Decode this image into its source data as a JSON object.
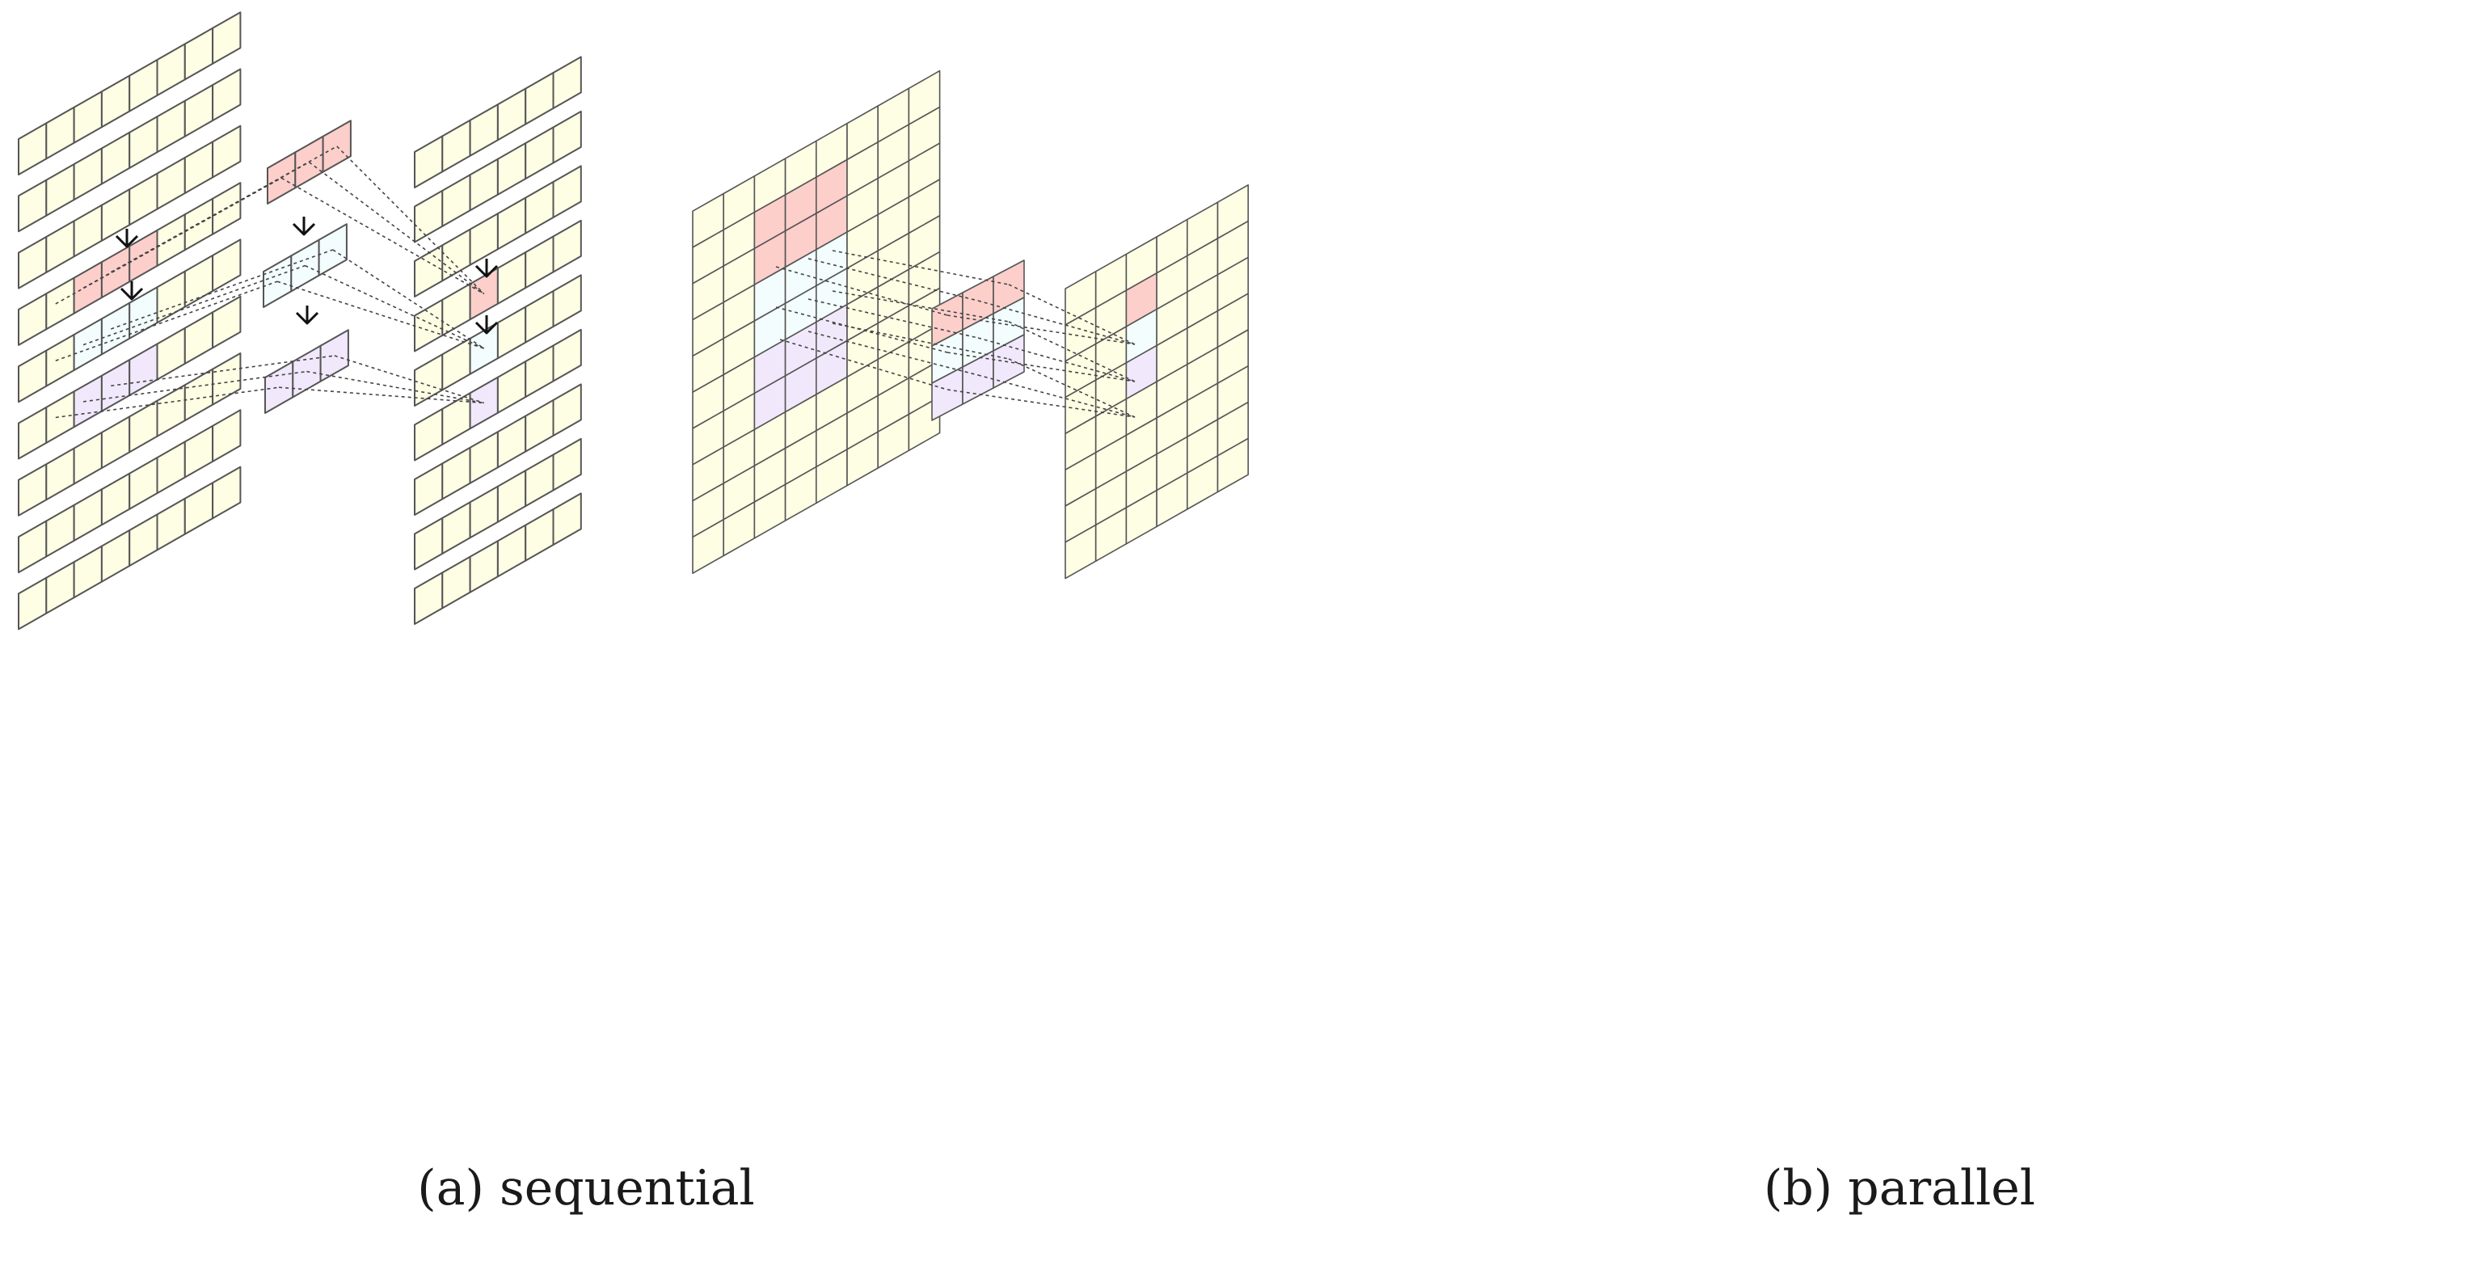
{
  "panels": [
    {
      "id": "sequential",
      "caption": "(a)  sequential"
    },
    {
      "id": "parallel",
      "caption": "(b)  parallel"
    }
  ],
  "colors": {
    "cell_fill": "#fefee4",
    "cell_stroke": "#555555",
    "red": "#fccfcb",
    "cyan": "#f3fdfd",
    "purple": "#f1e8fb",
    "link": "#444444"
  }
}
